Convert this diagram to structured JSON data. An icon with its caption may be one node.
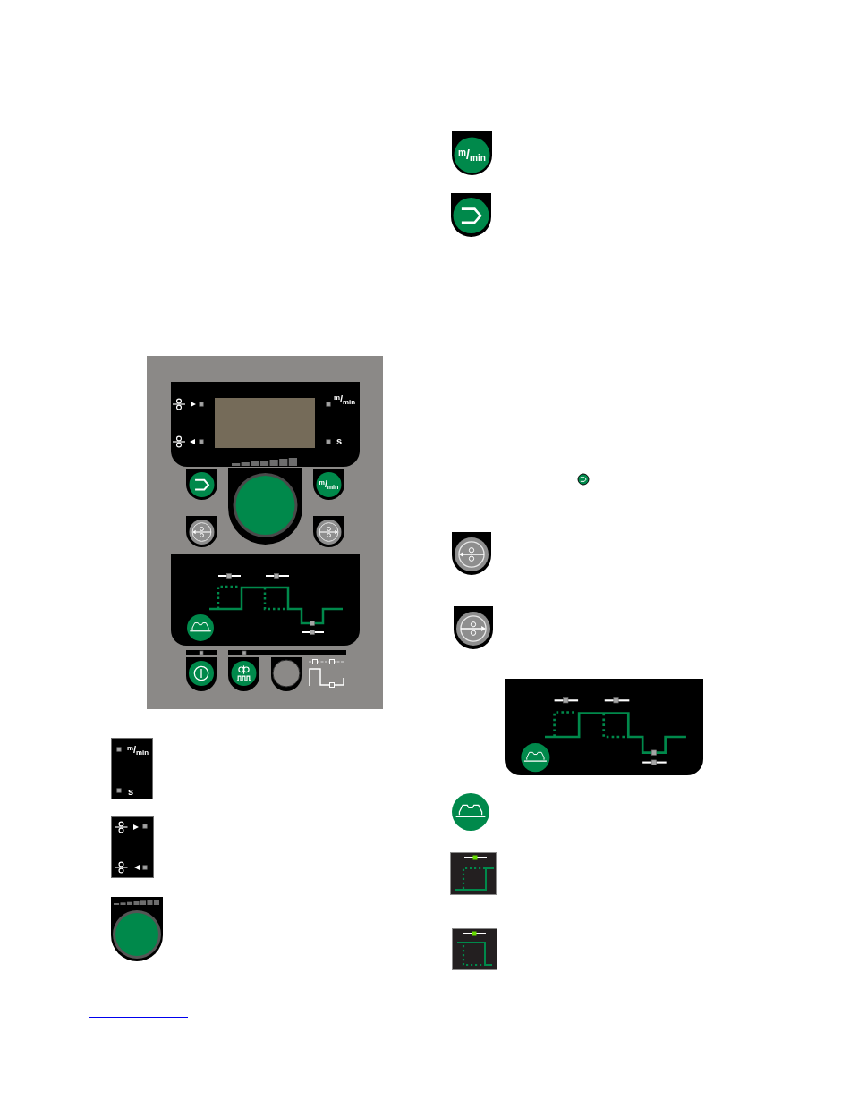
{
  "diagram": {
    "nodes": [
      {
        "text": [],
        "shape": "box"
      },
      {
        "text": [
          "$^{m}$/$_{min}$",
          "s"
        ],
        "in": 0
      },
      {
        "text": [],
        "shape": "box",
        "in": 1
      },
      {
        "text": [
          "$^{m}$/$_{min}$"
        ],
        "in": 0
      },
      {
        "text": [
          "$^{m}$/$_{min}$",
          "s"
        ]
      },
      {
        "text": [
          "$^{m}$/$_{min}$"
        ]
      }
    ]
  }
}
